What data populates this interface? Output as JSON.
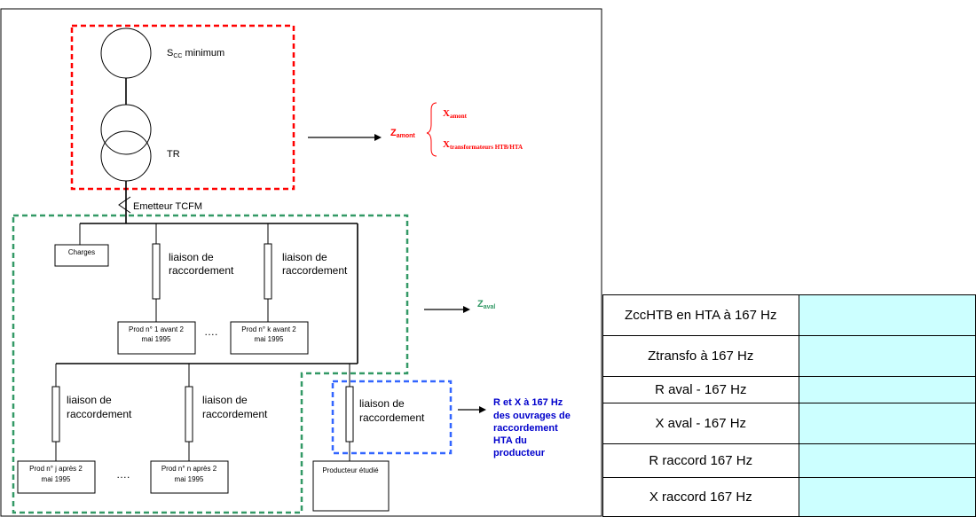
{
  "diagram": {
    "source": {
      "label_main": "S",
      "label_sub": "CC",
      "label_rest": " minimum"
    },
    "transformer": {
      "label": "TR"
    },
    "emitter": {
      "label": "Emetteur TCFM"
    },
    "charges": {
      "label": "Charges"
    },
    "connection_label": [
      "liaison de",
      "raccordement"
    ],
    "prod_1": [
      "Prod n° 1 avant 2",
      "mai 1995"
    ],
    "prod_k": [
      "Prod n° k avant  2",
      "mai 1995"
    ],
    "prod_j": [
      "Prod n° j après 2",
      "mai 1995"
    ],
    "prod_n": [
      "Prod n° n après 2",
      "mai 1995"
    ],
    "ellipsis": "….",
    "producer_studied": "Producteur étudié",
    "z_amont": {
      "main": "Z",
      "sub": "amont"
    },
    "x_amont": {
      "main": "X",
      "sub": "amont"
    },
    "x_transfo": {
      "main": "X",
      "sub": "transformateurs HTB/HTA"
    },
    "z_aval": {
      "main": "Z",
      "sub": "aval"
    },
    "rx_note": [
      "R et X à 167 Hz",
      "des ouvrages de",
      "raccordement",
      "HTA du",
      "producteur"
    ],
    "colors": {
      "red": "#ff0000",
      "green": "#339966",
      "blue": "#3366ff",
      "navy": "#0000cc",
      "table_fill": "#ccffff"
    }
  },
  "table": {
    "rows": [
      {
        "label": "ZccHTB en HTA à 167 Hz",
        "value": ""
      },
      {
        "label": "Ztransfo à 167 Hz",
        "value": ""
      },
      {
        "label": "R aval - 167 Hz",
        "value": ""
      },
      {
        "label": "X aval - 167 Hz",
        "value": ""
      },
      {
        "label": "R raccord 167 Hz",
        "value": ""
      },
      {
        "label": "X raccord 167 Hz",
        "value": ""
      }
    ]
  }
}
